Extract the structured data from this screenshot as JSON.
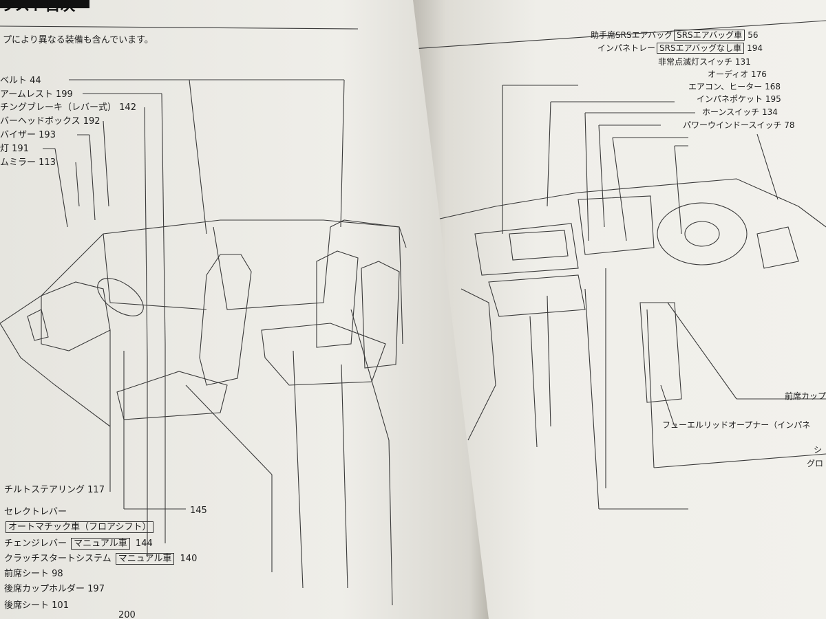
{
  "left_page": {
    "heading": "ラスト目次",
    "intro": "プにより異なる装備も含んでいます。",
    "labels_top": [
      {
        "text": "ベルト",
        "page": "44"
      },
      {
        "text": "アームレスト",
        "page": "199"
      },
      {
        "text": "チングブレーキ（レバー式）",
        "page": "142"
      },
      {
        "text": "バーヘッドボックス",
        "page": "192"
      },
      {
        "text": "バイザー",
        "page": "193"
      },
      {
        "text": "灯",
        "page": "191"
      },
      {
        "text": "ムミラー",
        "page": "113"
      }
    ],
    "labels_bottom": {
      "tilt": {
        "text": "チルトステアリング",
        "page": "117"
      },
      "select_lever": {
        "text": "セレクトレバー",
        "page": "145"
      },
      "automatic_tag": "オートマチック車（フロアシフト）",
      "change_lever": {
        "text": "チェンジレバー",
        "tag": "マニュアル車",
        "page": "144"
      },
      "clutch": {
        "text": "クラッチスタートシステム",
        "tag": "マニュアル車",
        "page": "140"
      },
      "front_seat": {
        "text": "前席シート",
        "page": "98"
      },
      "rear_cup": {
        "text": "後席カップホルダー",
        "page": "197"
      },
      "rear_seat": {
        "text": "後席シート",
        "page": "101"
      },
      "cut_off": {
        "text": "",
        "page": "200"
      }
    }
  },
  "right_page": {
    "labels_top": [
      {
        "text": "助手席SRSエアバッグ",
        "tag": "SRSエアバッグ車",
        "page": "56"
      },
      {
        "text": "インパネトレー",
        "tag": "SRSエアバッグなし車",
        "page": "194"
      },
      {
        "text": "非常点滅灯スイッチ",
        "page": "131"
      },
      {
        "text": "オーディオ",
        "page": "176"
      },
      {
        "text": "エアコン、ヒーター",
        "page": "168"
      },
      {
        "text": "インパネポケット",
        "page": "195"
      },
      {
        "text": "ホーンスイッチ",
        "page": "134"
      },
      {
        "text": "パワーウインドースイッチ",
        "page": "78"
      }
    ],
    "labels_side": {
      "front_cup": "前席カップ",
      "fuel_lid": "フューエルリッドオープナー（インパネ",
      "cut1": "シ",
      "cut2": "グロ"
    }
  }
}
